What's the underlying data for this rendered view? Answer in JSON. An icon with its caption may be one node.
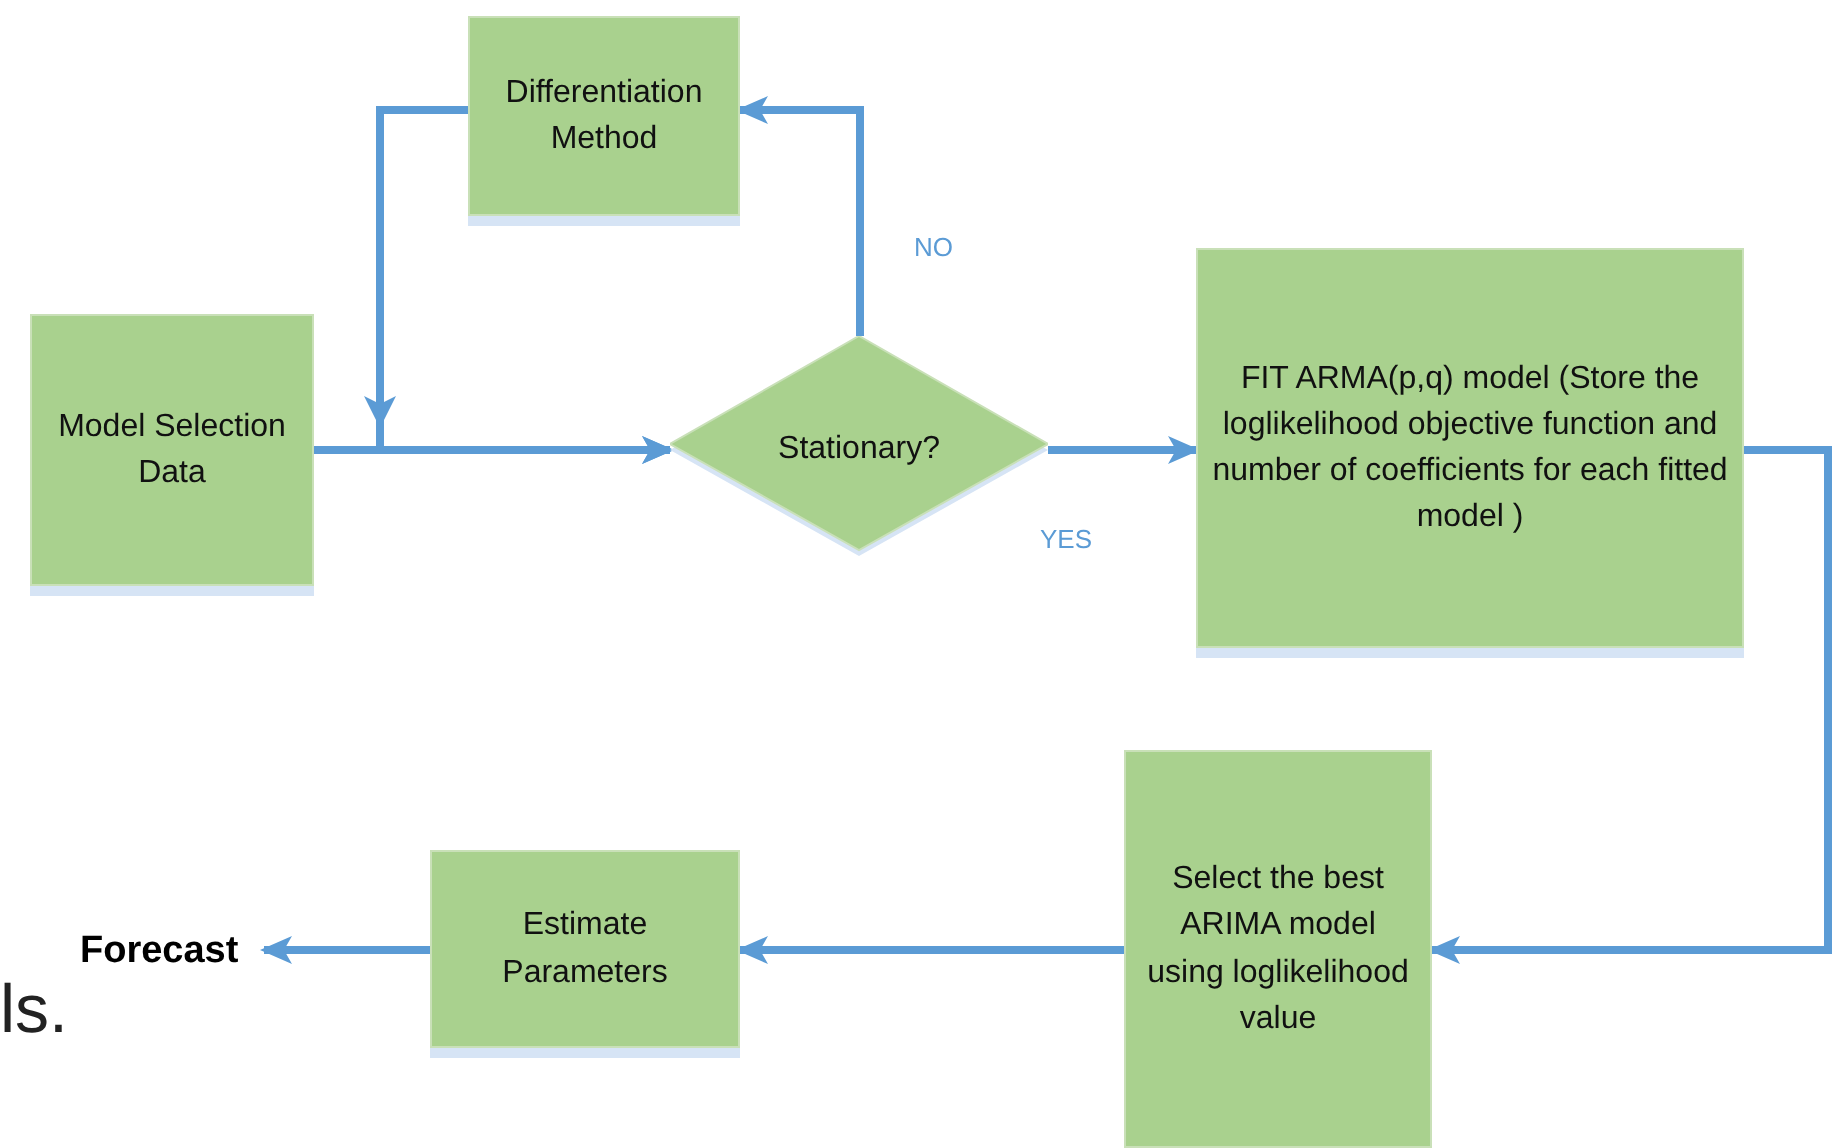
{
  "diagram": {
    "nodes": [
      {
        "text": [
          "Model Selection Data"
        ]
      },
      {
        "text": [
          "Differentiation Method"
        ]
      },
      {
        "text": [
          "Stationary?"
        ]
      },
      {
        "text": [
          "FIT ARMA(p,q) model (Store the loglikelihood objective function and number of coefficients for each fitted model )"
        ]
      },
      {
        "text": [
          "Select the best ARIMA model using loglikelihood value"
        ]
      },
      {
        "text": [
          "Estimate Parameters"
        ]
      },
      {
        "text": [
          "Forecast"
        ]
      }
    ],
    "edges": [
      {
        "from": 0,
        "to": 2,
        "arrow": "to"
      },
      {
        "from": 1,
        "to": 2,
        "arrow": "to"
      },
      {
        "from": 2,
        "to": 1,
        "arrow": "to",
        "label": "NO"
      },
      {
        "from": 2,
        "to": 3,
        "arrow": "to",
        "label": "YES"
      },
      {
        "from": 3,
        "to": 4,
        "arrow": "to"
      },
      {
        "from": 4,
        "to": 5,
        "arrow": "to"
      },
      {
        "from": 5,
        "to": 6,
        "arrow": "to"
      }
    ],
    "labels": [
      "ls."
    ]
  }
}
